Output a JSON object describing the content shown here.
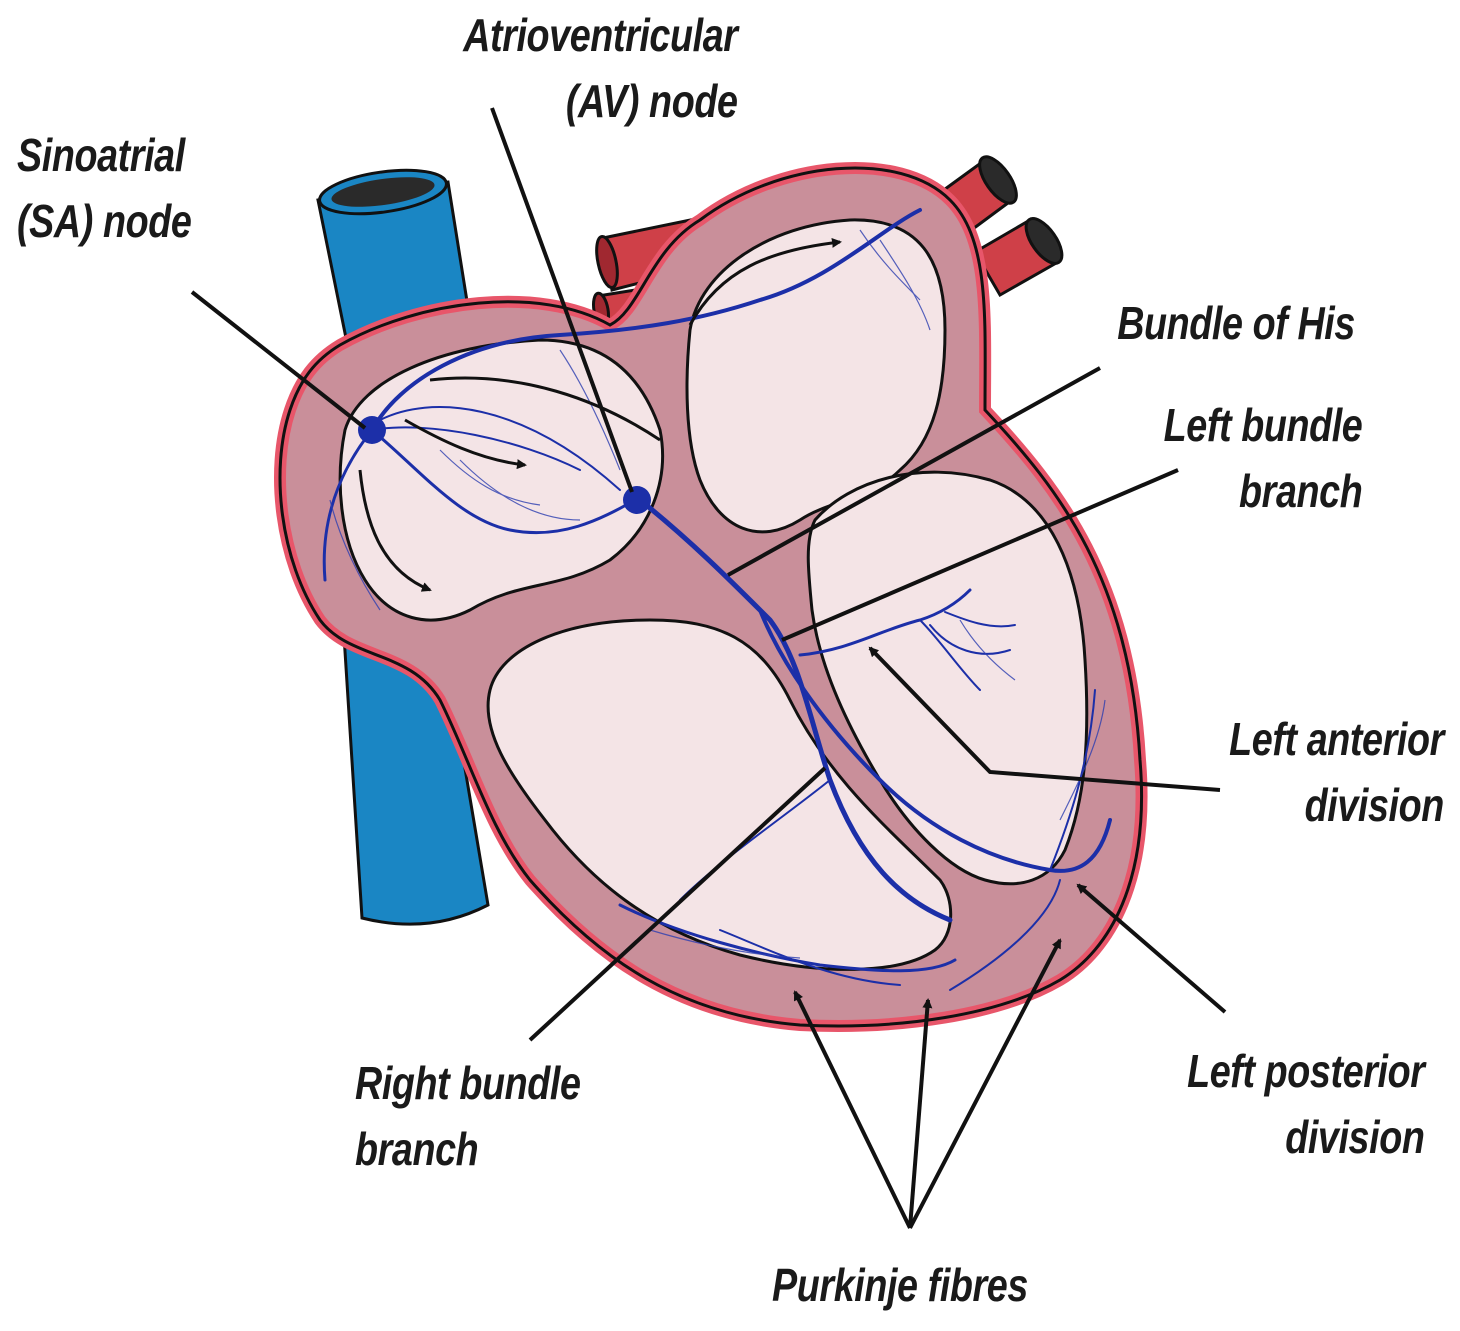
{
  "labels": {
    "sa_node": [
      "Sinoatrial",
      "(SA) node"
    ],
    "av_node": [
      "Atrioventricular",
      "(AV) node"
    ],
    "bundle_of_his": [
      "Bundle of His"
    ],
    "left_bundle_branch": [
      "Left bundle",
      "branch"
    ],
    "left_anterior_division": [
      "Left anterior",
      "division"
    ],
    "right_bundle_branch": [
      "Right bundle",
      "branch"
    ],
    "left_posterior_division": [
      "Left posterior",
      "division"
    ],
    "purkinje_fibres": [
      "Purkinje fibres"
    ]
  },
  "colors": {
    "vena_cava": "#1a86c4",
    "artery": "#cf4048",
    "heart_outer": "#e8566a",
    "myocardium": "#c98f9a",
    "chamber": "#f4e4e6",
    "conduction": "#1c2fa8",
    "leader": "#111111"
  }
}
